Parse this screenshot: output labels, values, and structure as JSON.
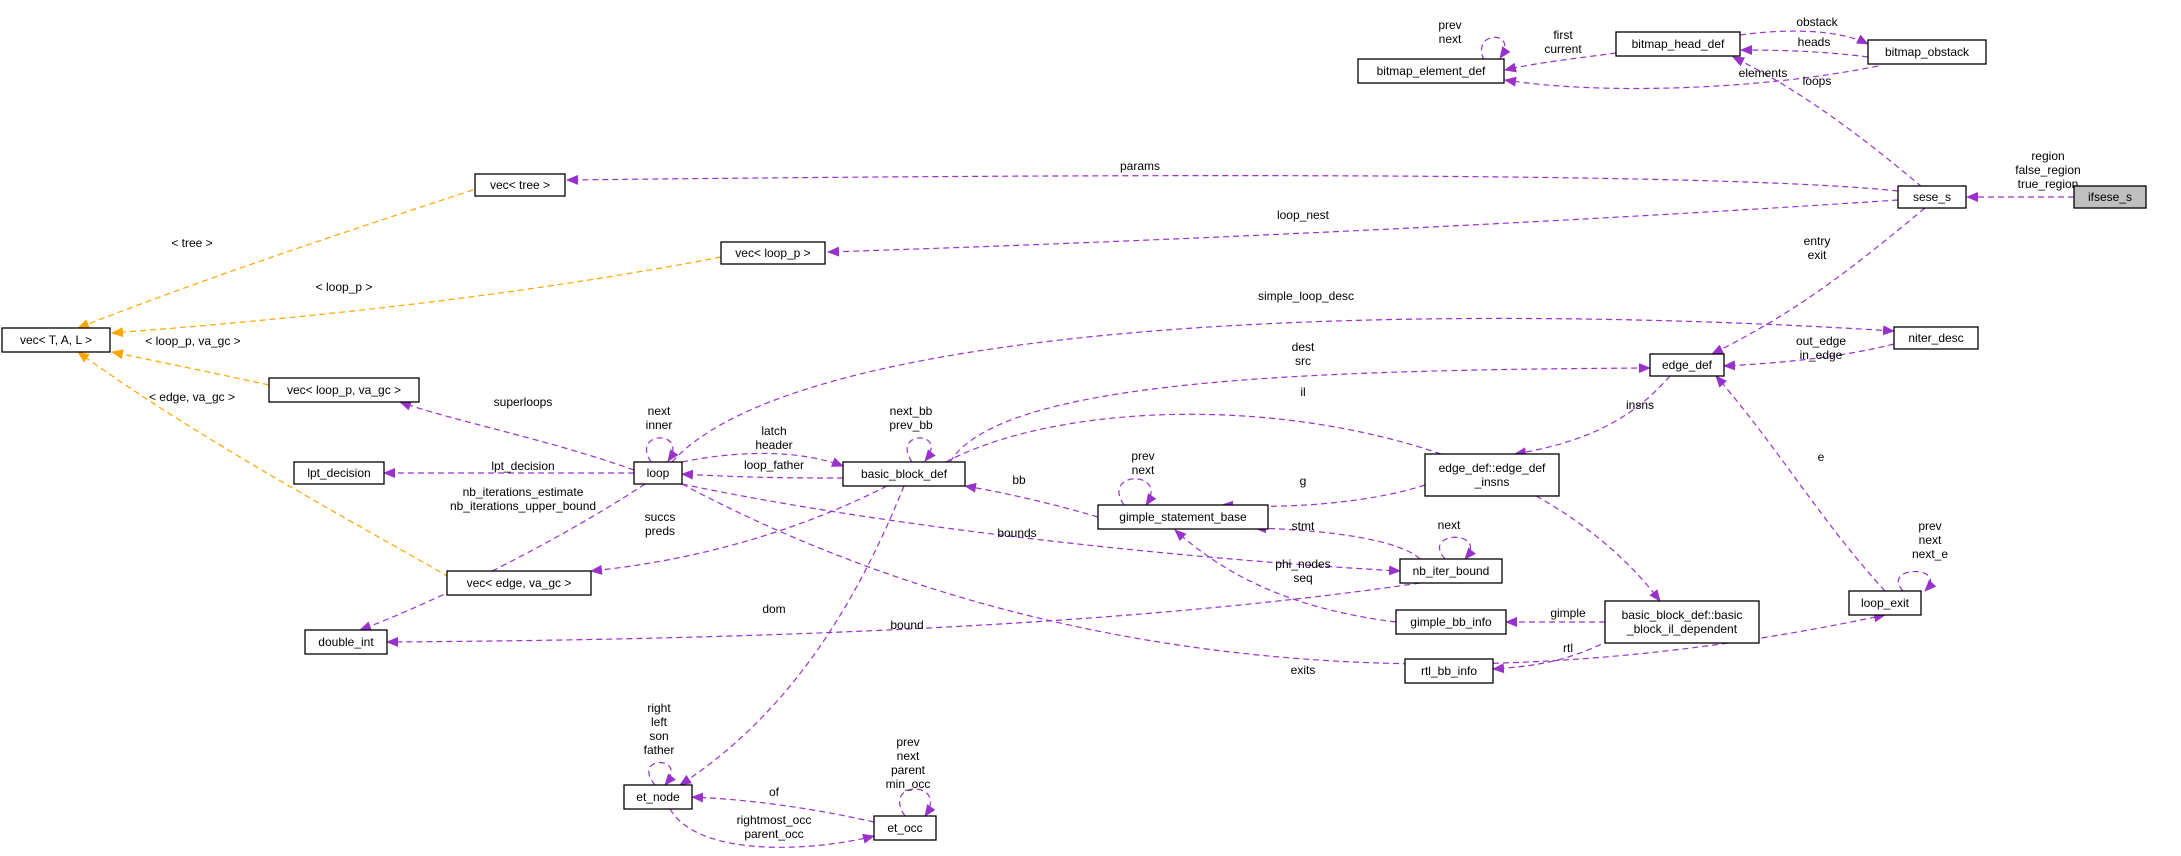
{
  "colors": {
    "member": "#9932CC",
    "template": "#FFA500",
    "highlight": "#bfbfbf"
  },
  "nodes": {
    "ifsese_s": "ifsese_s",
    "sese_s": "sese_s",
    "bitmap_obstack": "bitmap_obstack",
    "bitmap_head_def": "bitmap_head_def",
    "bitmap_element_def": "bitmap_element_def",
    "vec_tree": "vec< tree >",
    "vec_loop_p": "vec< loop_p >",
    "vec_TAL": "vec< T, A, L >",
    "vec_loop_p_va_gc": "vec< loop_p, va_gc >",
    "lpt_decision": "lpt_decision",
    "loop": "loop",
    "basic_block_def": "basic_block_def",
    "vec_edge_va_gc": "vec< edge, va_gc >",
    "double_int": "double_int",
    "niter_desc": "niter_desc",
    "edge_def": "edge_def",
    "edge_def_insns": [
      "edge_def::edge_def",
      "_insns"
    ],
    "gimple_statement_base": "gimple_statement_base",
    "nb_iter_bound": "nb_iter_bound",
    "gimple_bb_info": "gimple_bb_info",
    "bb_il_dependent": [
      "basic_block_def::basic",
      "_block_il_dependent"
    ],
    "rtl_bb_info": "rtl_bb_info",
    "loop_exit": "loop_exit",
    "et_node": "et_node",
    "et_occ": "et_occ"
  },
  "edge_labels": {
    "ifsese_sese": [
      "region",
      "false_region",
      "true_region"
    ],
    "bitmap_element_self": [
      "prev",
      "next"
    ],
    "head_element": [
      "first",
      "current"
    ],
    "obstack_head": "obstack",
    "head_obstack": "heads",
    "obstack_element": "elements",
    "sese_head": "loops",
    "sese_vec_tree": "params",
    "sese_vec_loop_p": "loop_nest",
    "sese_edge_def": [
      "entry",
      "exit"
    ],
    "tpl_tree": "< tree >",
    "tpl_loop_p": "< loop_p >",
    "tpl_loop_p_va_gc": "< loop_p, va_gc >",
    "tpl_edge_va_gc": "< edge, va_gc >",
    "loop_niter": "simple_loop_desc",
    "edge_bb": [
      "dest",
      "src"
    ],
    "niter_edge": [
      "out_edge",
      "in_edge"
    ],
    "loop_self": [
      "next",
      "inner"
    ],
    "bb_self": [
      "next_bb",
      "prev_bb"
    ],
    "loop_bb": [
      "latch",
      "header"
    ],
    "bb_loop": "loop_father",
    "loop_superloops": "superloops",
    "loop_lpt": "lpt_decision",
    "loop_double_int": [
      "nb_iterations_estimate",
      "nb_iterations_upper_bound"
    ],
    "bb_il": "il",
    "edge_insns": "insns",
    "insns_gimple": "g",
    "gimple_bb": "bb",
    "gimple_self": [
      "prev",
      "next"
    ],
    "bb_succs": [
      "succs",
      "preds"
    ],
    "loop_bounds": "bounds",
    "nb_iter_gimple": "stmt",
    "nb_iter_self": "next",
    "gimple_bb_info_phi": [
      "phi_nodes",
      "seq"
    ],
    "nb_iter_double_int": "bound",
    "bb_dom": "dom",
    "il_gimple": "gimple",
    "il_rtl": "rtl",
    "loop_exits": "exits",
    "loop_exit_edge": "e",
    "loop_exit_self": [
      "prev",
      "next",
      "next_e"
    ],
    "et_node_self": [
      "right",
      "left",
      "son",
      "father"
    ],
    "et_occ_self": [
      "prev",
      "next",
      "parent",
      "min_occ"
    ],
    "et_occ_of": "of",
    "et_node_occ": [
      "rightmost_occ",
      "parent_occ"
    ]
  }
}
